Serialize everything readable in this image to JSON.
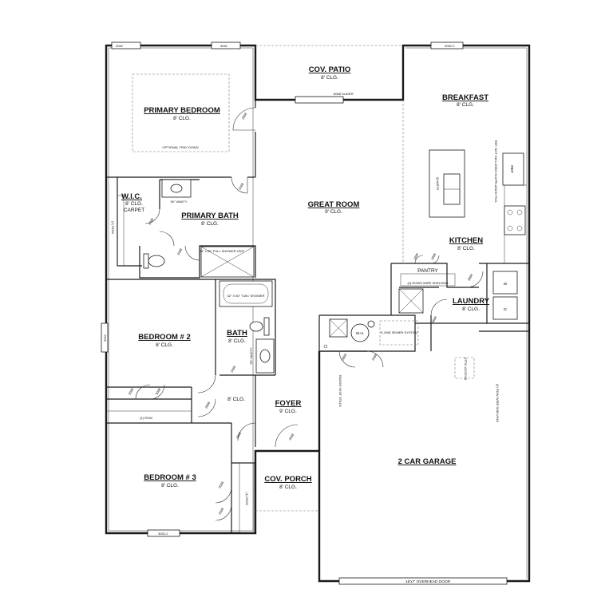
{
  "rooms": {
    "cov_patio": {
      "name": "COV. PATIO",
      "clg": "8' CLG."
    },
    "breakfast": {
      "name": "BREAKFAST",
      "clg": "8' CLG."
    },
    "primary_bedroom": {
      "name": "PRIMARY BEDROOM",
      "clg": "8' CLG.",
      "note": "OPTIONAL TRAY DOWN"
    },
    "wic": {
      "name": "W.I.C.",
      "clg": "8' CLG.",
      "floor": "CARPET"
    },
    "primary_bath": {
      "name": "PRIMARY BATH",
      "clg": "8' CLG."
    },
    "great_room": {
      "name": "GREAT ROOM",
      "clg": "9' CLG."
    },
    "kitchen": {
      "name": "KITCHEN",
      "clg": "8' CLG."
    },
    "pantry": {
      "name": "PANTRY",
      "note": "(4) ROWS WIRE SHELVING"
    },
    "laundry": {
      "name": "LAUNDRY",
      "clg": "8' CLG."
    },
    "bedroom2": {
      "name": "BEDROOM # 2",
      "clg": "8' CLG."
    },
    "bath": {
      "name": "BATH",
      "clg": "8' CLG."
    },
    "hall": {
      "clg": "8' CLG."
    },
    "foyer": {
      "name": "FOYER",
      "clg": "9' CLG."
    },
    "bedroom3": {
      "name": "BEDROOM # 3",
      "clg": "8' CLG."
    },
    "cov_porch": {
      "name": "COV. PORCH",
      "clg": "8' CLG."
    },
    "garage": {
      "name": "2 CAR GARAGE"
    }
  },
  "fixtures": {
    "vanity_primary": "36\" VANITY",
    "shower": "34\" x 60\" FULL SHOWER UNIT",
    "tub": "32\" X 60\" TUB / SHOWER",
    "vanity_bath": "36\" VANITY",
    "quartz": "QUARTZ",
    "ref": "REF",
    "ref_note": "REF. NOT INCLUDED IN APPLIANCE PKG.",
    "washer": "W",
    "dryer": "D",
    "water_heater": "W.H.",
    "sewer": "E-ONE SEWER SYSTEM",
    "radon": "RADON VENT STACK",
    "attic": "ATTIC ACCESS",
    "shelving_laundry": "(1) ROW WIRE SHELVING",
    "row_bed2": "(1) ROW",
    "row_wic": "(1) ROW",
    "row_bed3": "(1) ROW",
    "overhead_door": "16'x7' OVERHEAD DOOR",
    "slider": "6068 SLIDER"
  },
  "windows": {
    "w1": "3052",
    "w2": "3052",
    "w3": "3052-2",
    "w4": "3052",
    "w5": "3052-2"
  },
  "doors": {
    "primary_bed": "2868",
    "primary_bath": "2468",
    "wic": "2468",
    "wc": "2468",
    "pantry1": "1868",
    "pantry2": "1868",
    "kitchen_laundry": "2868",
    "laundry_garage": "2868",
    "garage1": "2868",
    "garage2": "2068",
    "bed2_closet1": "5068",
    "bed2_closet2": "5068",
    "bed2": "2868",
    "bath": "2468",
    "foyer": "3068",
    "bed3": "2868",
    "bed3_closet1": "2068",
    "bed3_closet2": "2068"
  }
}
